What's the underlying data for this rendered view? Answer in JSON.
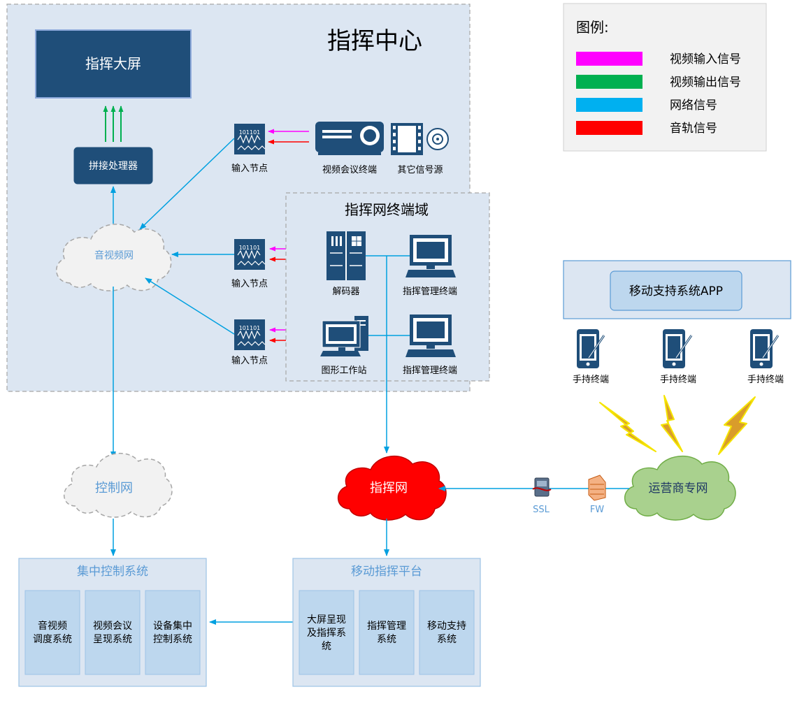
{
  "command_center": {
    "title": "指挥中心"
  },
  "big_screen": {
    "label": "指挥大屏"
  },
  "splicer": {
    "label": "拼接处理器"
  },
  "av_network": {
    "label": "音视频网"
  },
  "input_nodes": [
    {
      "label": "输入节点"
    },
    {
      "label": "输入节点"
    },
    {
      "label": "输入节点"
    }
  ],
  "sources": {
    "video_conf": "视频会议终端",
    "other_source": "其它信号源"
  },
  "terminal_domain": {
    "title": "指挥网终端域",
    "decoder": "解码器",
    "mgmt_terminal_1": "指挥管理终端",
    "workstation": "图形工作站",
    "mgmt_terminal_2": "指挥管理终端"
  },
  "legend": {
    "title": "图例:",
    "items": [
      {
        "label": "视频输入信号",
        "color": "#ff00ff"
      },
      {
        "label": "视频输出信号",
        "color": "#00b050"
      },
      {
        "label": "网络信号",
        "color": "#00b0f0"
      },
      {
        "label": "音轨信号",
        "color": "#ff0000"
      }
    ]
  },
  "mobile_app": {
    "label": "移动支持系统APP"
  },
  "handhelds": [
    {
      "label": "手持终端"
    },
    {
      "label": "手持终端"
    },
    {
      "label": "手持终端"
    }
  ],
  "control_network": {
    "label": "控制网"
  },
  "command_network": {
    "label": "指挥网"
  },
  "carrier_network": {
    "label": "运营商专网"
  },
  "ssl": {
    "label": "SSL"
  },
  "fw": {
    "label": "FW"
  },
  "central_control": {
    "title": "集中控制系统",
    "items": [
      {
        "line1": "音视频",
        "line2": "调度系统"
      },
      {
        "line1": "视频会议",
        "line2": "呈现系统"
      },
      {
        "line1": "设备集中",
        "line2": "控制系统"
      }
    ]
  },
  "mobile_platform": {
    "title": "移动指挥平台",
    "items": [
      {
        "line1": "大屏呈现",
        "line2": "及指挥系",
        "line3": "统"
      },
      {
        "line1": "指挥管理",
        "line2": "系统"
      },
      {
        "line1": "移动支持",
        "line2": "系统"
      }
    ]
  },
  "colors": {
    "dark_blue": "#1f4e79",
    "panel_bg": "#dce6f2",
    "box_bg": "#bdd7ee",
    "network_line": "#00b0f0",
    "command_cloud": "#ff0000",
    "carrier_cloud": "#a9d18e"
  }
}
